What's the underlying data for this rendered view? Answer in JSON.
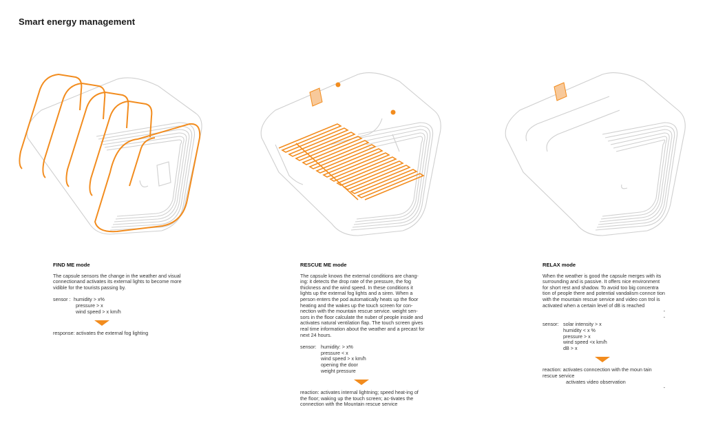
{
  "page": {
    "title": "Smart energy management"
  },
  "colors": {
    "accent": "#f28c1e",
    "line": "#cfcfcf"
  },
  "modes": [
    {
      "heading": "FIND ME mode",
      "description": "The capsule sensors the change in the weather and visual connectionand activates its external lights to become more vidible for the tourists passing by.",
      "sensor_label": "sensor :",
      "sensors": [
        "humidity > x%",
        "pressure > x",
        "wind speed > x km/h"
      ],
      "result": "response: activates the external fog lighting"
    },
    {
      "heading": "RESCUE ME mode",
      "description": "The capsule knows the external conditions are chang-ing: it detects the drop rate of the pressure, the fog thickness and the wind speed. In these conditions it lights up the external fog lights and a siren. When a person enters the pod automatically heats up the floor heating and the wakes up the touch screen for con-nection with the mountain rescue service. weight sen-sors in the floor calculate the nuber of people inside and activates natural ventilation flap. The touch screen gives real time information about the weather and a precast for next 24 hours.",
      "sensor_label": "sensor:",
      "sensors": [
        "humidity:  > x%",
        "pressure < x",
        "wind speed > x km/h",
        "opening the door",
        "weight pressure"
      ],
      "result": "reaction: activates internal lightning; speed heat-ing of the floor; waking up the touch screen; ac-tivates the connection with the Mountain rescue service"
    },
    {
      "heading": "RELAX  mode",
      "description": "When the weather is good the capsule merges with its surrounding and is passive. It offers nice environment for short rest and shadow. To avoid too big concentra tion of people there and potential vandalism connce tion with the mountain rescue service and video con trol is activated when a certain level of dB is reached",
      "sensor_label": "sensor:",
      "sensors": [
        "solar intensity > x",
        "humidity < x %",
        "pressure > x",
        "wind speed <x km/h",
        "dB > x"
      ],
      "result_line1": "reaction:  activates conncection with the moun tain rescue service",
      "result_line2": "activates video observation",
      "dash": "-"
    }
  ]
}
